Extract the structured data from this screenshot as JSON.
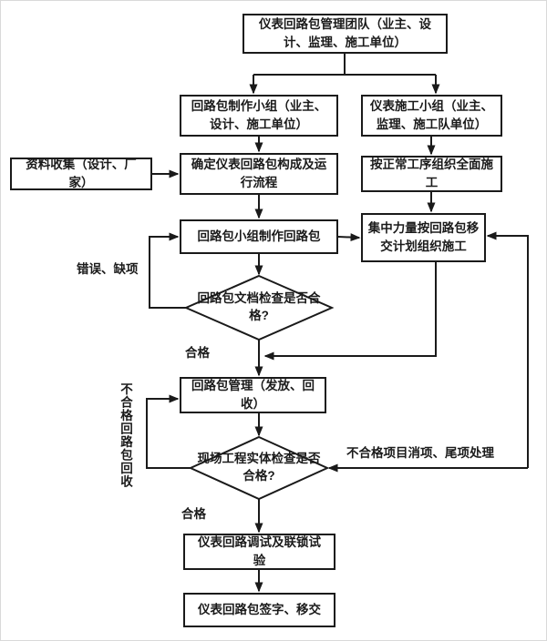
{
  "diagram": {
    "type": "flowchart",
    "language": "zh-CN",
    "colors": {
      "line": "#1a1a1a",
      "background": "#ffffff",
      "box_fill": "#ffffff",
      "text": "#1a1a1a"
    },
    "nodes": {
      "team": "仪表回路包管理团队（业主、设计、监理、施工单位）",
      "loop_group": "回路包制作小组（业主、设计、施工单位）",
      "construction_group": "仪表施工小组（业主、监理、施工队单位）",
      "data_collection": "资料收集（设计、厂家）",
      "define_loop": "确定仪表回路包构成及运行流程",
      "normal_procedure": "按正常工序组织全面施工",
      "make_loop": "回路包小组制作回路包",
      "focus_construction": "集中力量按回路包移交计划组织施工",
      "doc_check": "回路包文档检查是否合格?",
      "loop_management": "回路包管理（发放、回收）",
      "site_check": "现场工程实体检查是否合格?",
      "commissioning": "仪表回路调试及联锁试验",
      "handover": "仪表回路包签字、移交"
    },
    "edge_labels": {
      "error_missing": "错误、缺项",
      "qualified_doc": "合格",
      "unqualified_recall": "不合格回路包回收",
      "punch_list": "不合格项目消项、尾项处理",
      "qualified_site": "合格"
    }
  }
}
